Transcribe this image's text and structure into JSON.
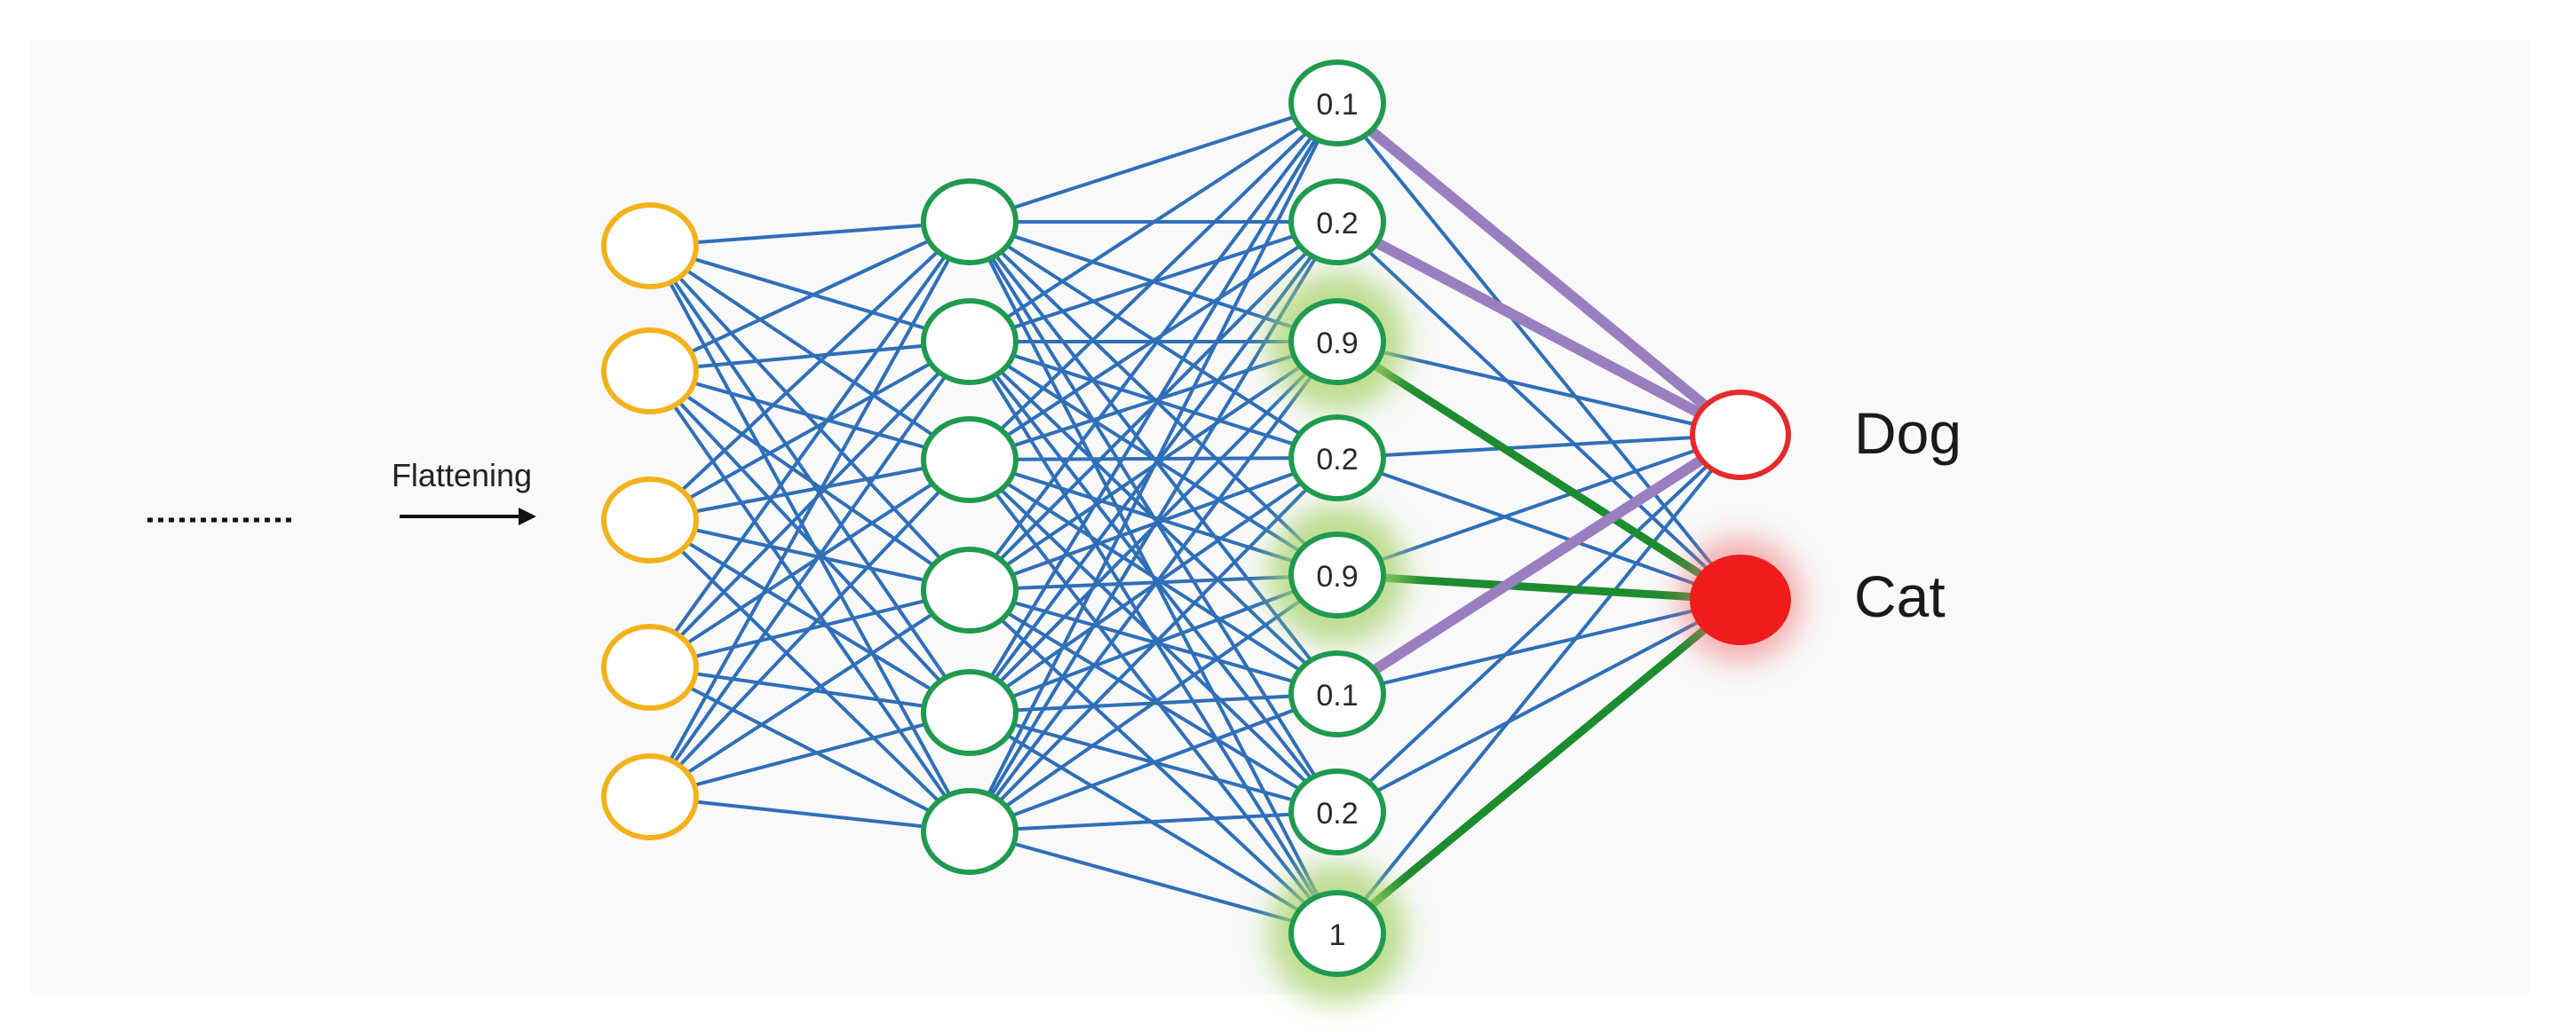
{
  "diagram": {
    "flattening_label": "Flattening",
    "hidden_values": [
      "0.1",
      "0.2",
      "0.9",
      "0.2",
      "0.9",
      "0.1",
      "0.2",
      "1"
    ],
    "highlighted_hidden": [
      2,
      4,
      7
    ],
    "dog_linked_hidden": [
      0,
      1,
      5
    ],
    "outputs": [
      {
        "label": "Dog",
        "active": false
      },
      {
        "label": "Cat",
        "active": true
      }
    ],
    "colors": {
      "input_node": "#f2b21b",
      "hidden_node": "#1f9a4e",
      "edge": "#2f6fb8",
      "cat_edge": "#1c8c2e",
      "dog_edge": "#9a7fc0",
      "glow": "#a8d46a",
      "dog_node": "#e62a2a",
      "cat_node": "#ee1c1c"
    }
  }
}
